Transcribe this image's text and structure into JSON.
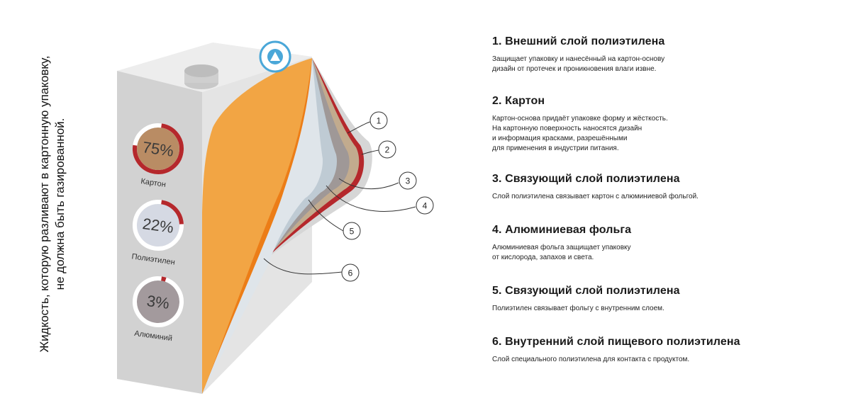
{
  "side_note": {
    "line1": "Жидкость, которую разливают в картонную упаковку,",
    "line2": "не должна быть газированной."
  },
  "composition": [
    {
      "percent": "75%",
      "label": "Картон",
      "fill": "#b98c64",
      "fraction": 0.75
    },
    {
      "percent": "22%",
      "label": "Полиэтилен",
      "fill": "#d5d9e3",
      "fraction": 0.22
    },
    {
      "percent": "3%",
      "label": "Алюминий",
      "fill": "#a39a9d",
      "fraction": 0.03
    }
  ],
  "callouts": [
    "1",
    "2",
    "3",
    "4",
    "5",
    "6"
  ],
  "layers": [
    {
      "title": "1. Внешний слой полиэтилена",
      "desc": "Защищает упаковку и нанесённый на картон-основу\nдизайн от протечек и проникновения влаги извне."
    },
    {
      "title": "2. Картон",
      "desc": "Картон-основа придаёт упаковке форму и жёсткость.\nНа картонную поверхность наносятся дизайн\nи информация красками, разрешёнными\nдля применения в индустрии питания."
    },
    {
      "title": "3. Связующий слой полиэтилена",
      "desc": "Слой полиэтилена связывает картон с алюминиевой фольгой."
    },
    {
      "title": "4. Алюминиевая фольга",
      "desc": "Алюминиевая фольга защищает упаковку\nот кислорода, запахов и света."
    },
    {
      "title": "5. Связующий слой полиэтилена",
      "desc": "Полиэтилен связывает фольгу с внутренним слоем."
    },
    {
      "title": "6. Внутренний слой пищевого полиэтилена",
      "desc": "Слой специального полиэтилена для контакта с продуктом."
    }
  ],
  "colors": {
    "box_front": "#d2d2d2",
    "box_side": "#e4e4e4",
    "box_top": "#ededed",
    "orange_light": "#f2a544",
    "orange_dark": "#ec7d17",
    "accent_red": "#b5282c"
  }
}
